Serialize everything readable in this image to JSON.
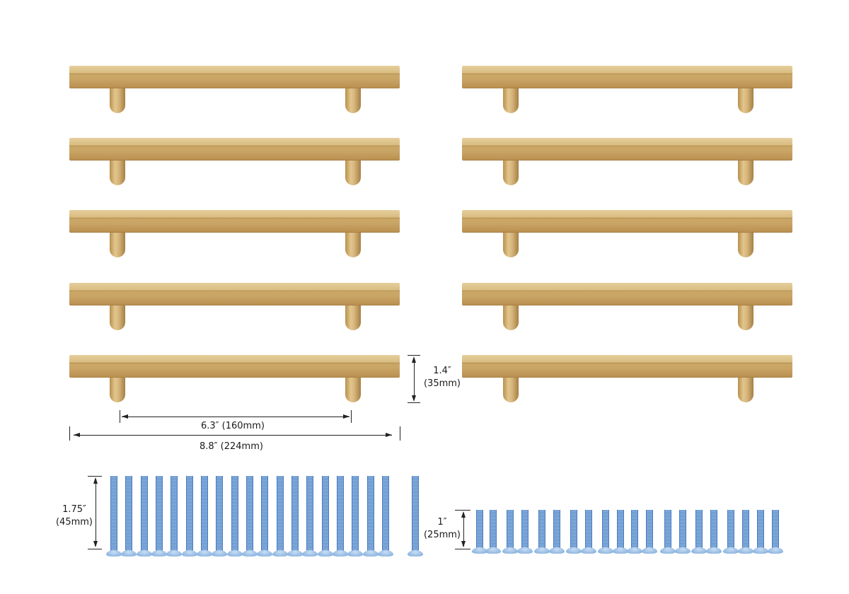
{
  "product": {
    "handle_count": 10,
    "handle_color": "#d2b172",
    "screw_color": "#7ea8d6"
  },
  "dimensions": {
    "hole_spacing": "6.3″ (160mm)",
    "overall_length": "8.8″ (224mm)",
    "projection_in": "1.4″",
    "projection_mm": "(35mm)",
    "long_screw_in": "1.75″",
    "long_screw_mm": "(45mm)",
    "short_screw_in": "1″",
    "short_screw_mm": "(25mm)"
  },
  "screws": {
    "long_count": 20,
    "short_count": 20
  }
}
